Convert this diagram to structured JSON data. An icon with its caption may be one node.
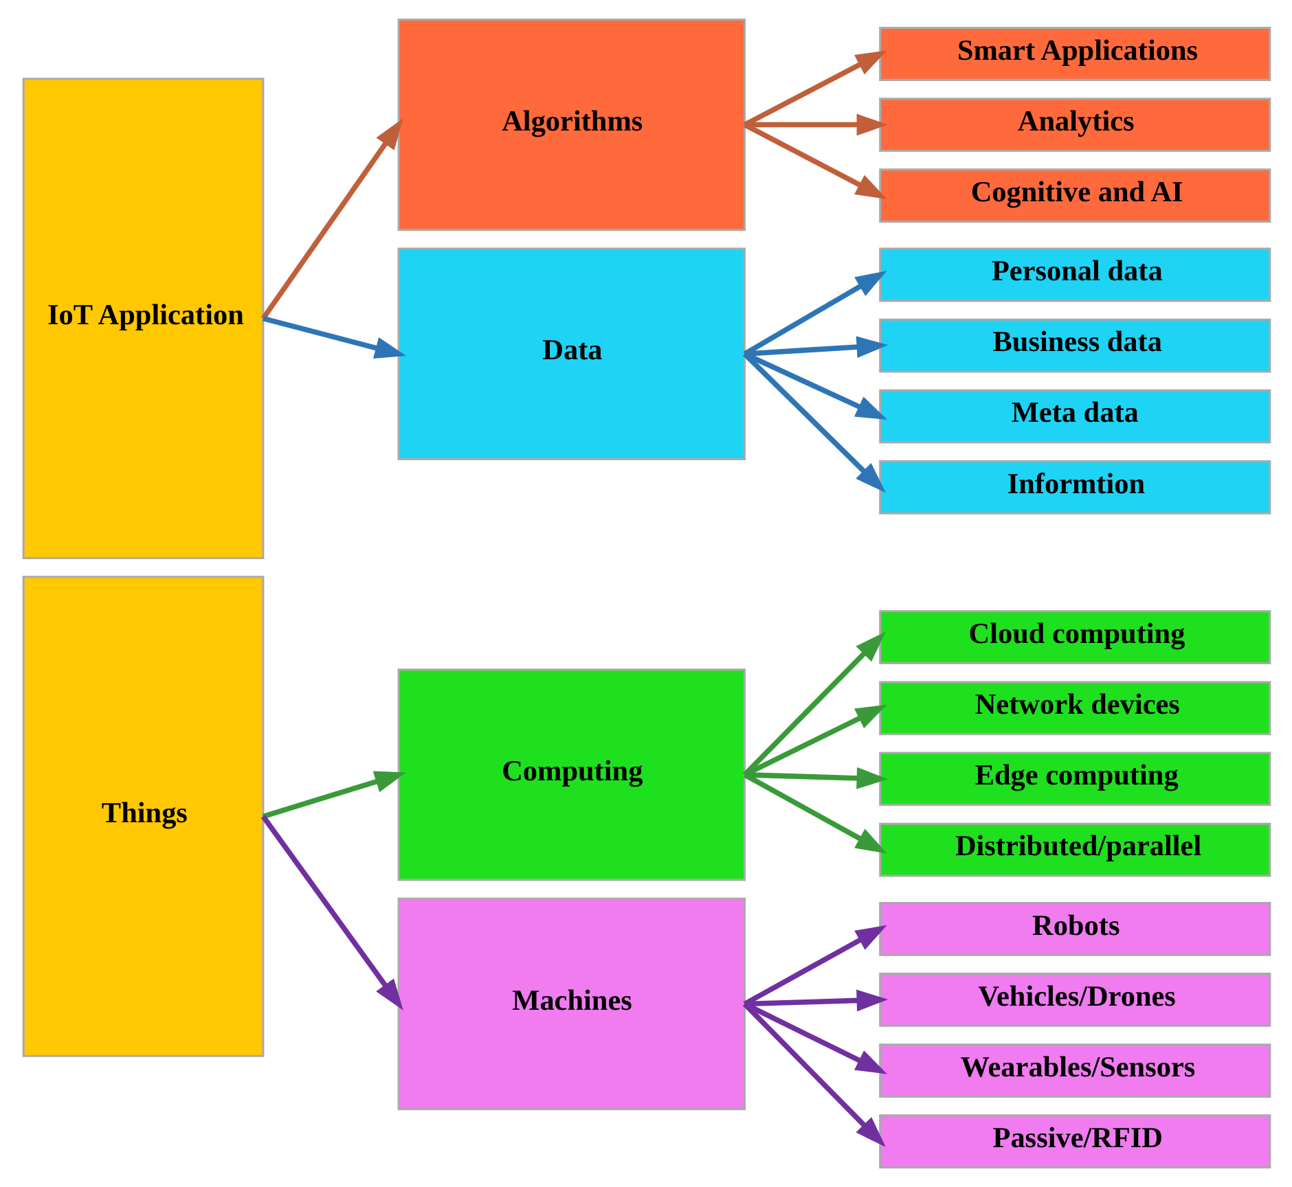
{
  "diagram": {
    "nodes": [
      {
        "text": [
          "IoT Application"
        ]
      },
      {
        "text": [
          "Algorithms"
        ]
      },
      {
        "text": [
          "Smart Applications"
        ]
      },
      {
        "text": [
          "Analytics"
        ]
      },
      {
        "text": [
          "Cognitive and AI"
        ]
      },
      {
        "text": [
          "Data"
        ]
      },
      {
        "text": [
          "Personal data"
        ]
      },
      {
        "text": [
          "Business data"
        ]
      },
      {
        "text": [
          "Meta data"
        ]
      },
      {
        "text": [
          "Informtion"
        ]
      },
      {
        "text": [
          "Things"
        ]
      },
      {
        "text": [
          "Computing"
        ]
      },
      {
        "text": [
          "Cloud computing"
        ]
      },
      {
        "text": [
          "Network devices"
        ]
      },
      {
        "text": [
          "Edge computing"
        ]
      },
      {
        "text": [
          "Distributed/parallel"
        ]
      },
      {
        "text": [
          "Machines"
        ]
      },
      {
        "text": [
          "Robots"
        ]
      },
      {
        "text": [
          "Vehicles/Drones"
        ]
      },
      {
        "text": [
          "Wearables/Sensors"
        ]
      },
      {
        "text": [
          "Passive/RFID"
        ]
      }
    ],
    "edges": [
      {
        "from": 0,
        "to": 1,
        "arrow": "to",
        "color": "#c0603a"
      },
      {
        "from": 1,
        "to": 2,
        "arrow": "to",
        "color": "#c0603a"
      },
      {
        "from": 1,
        "to": 3,
        "arrow": "to",
        "color": "#c0603a"
      },
      {
        "from": 1,
        "to": 4,
        "arrow": "to",
        "color": "#c0603a"
      },
      {
        "from": 0,
        "to": 5,
        "arrow": "to",
        "color": "#2e75b6"
      },
      {
        "from": 5,
        "to": 6,
        "arrow": "to",
        "color": "#2e75b6"
      },
      {
        "from": 5,
        "to": 7,
        "arrow": "to",
        "color": "#2e75b6"
      },
      {
        "from": 5,
        "to": 8,
        "arrow": "to",
        "color": "#2e75b6"
      },
      {
        "from": 5,
        "to": 9,
        "arrow": "to",
        "color": "#2e75b6"
      },
      {
        "from": 10,
        "to": 11,
        "arrow": "to",
        "color": "#3a9a3a"
      },
      {
        "from": 11,
        "to": 12,
        "arrow": "to",
        "color": "#3a9a3a"
      },
      {
        "from": 11,
        "to": 13,
        "arrow": "to",
        "color": "#3a9a3a"
      },
      {
        "from": 11,
        "to": 14,
        "arrow": "to",
        "color": "#3a9a3a"
      },
      {
        "from": 11,
        "to": 15,
        "arrow": "to",
        "color": "#3a9a3a"
      },
      {
        "from": 10,
        "to": 16,
        "arrow": "to",
        "color": "#7030a0"
      },
      {
        "from": 16,
        "to": 17,
        "arrow": "to",
        "color": "#7030a0"
      },
      {
        "from": 16,
        "to": 18,
        "arrow": "to",
        "color": "#7030a0"
      },
      {
        "from": 16,
        "to": 19,
        "arrow": "to",
        "color": "#7030a0"
      },
      {
        "from": 16,
        "to": 20,
        "arrow": "to",
        "color": "#7030a0"
      }
    ]
  }
}
